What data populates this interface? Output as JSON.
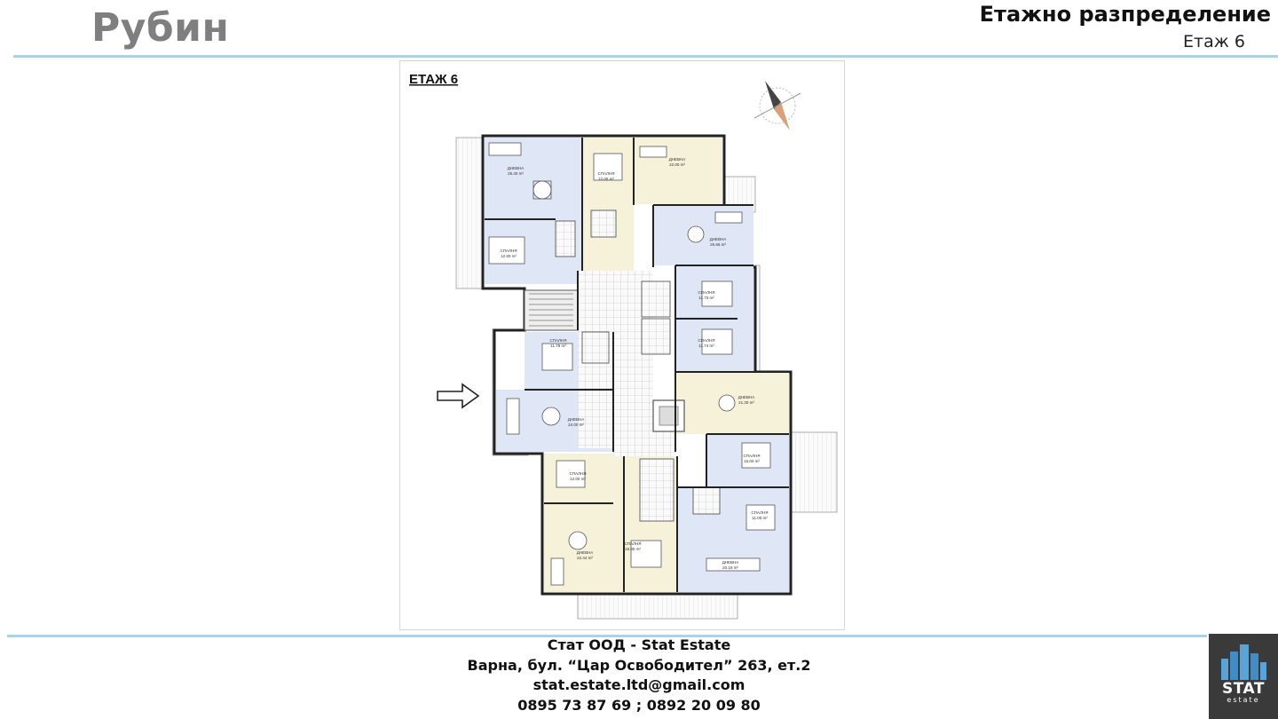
{
  "header": {
    "title": "Рубин",
    "heading": "Етажно разпределение",
    "subheading": "Етаж 6"
  },
  "plan": {
    "label": "ЕТАЖ 6",
    "rooms": [
      {
        "name": "ДНЕВНА",
        "area": "26.40 m²"
      },
      {
        "name": "СПАЛНЯ",
        "area": "12.05 m²"
      },
      {
        "name": "ДНЕВНА",
        "area": "22.00 m²"
      },
      {
        "name": "СПАЛНЯ",
        "area": "12.80 m²"
      },
      {
        "name": "ДНЕВНА",
        "area": "26.65 m²"
      },
      {
        "name": "СПАЛНЯ",
        "area": "11.73 m²"
      },
      {
        "name": "СПАЛНЯ",
        "area": "11.74 m²"
      },
      {
        "name": "СПАЛНЯ",
        "area": "11.78 m²"
      },
      {
        "name": "ДНЕВНА",
        "area": "24.00 m²"
      },
      {
        "name": "ДНЕВНА",
        "area": "21.30 m²"
      },
      {
        "name": "СПАЛНЯ",
        "area": "12.00 m²"
      },
      {
        "name": "СПАЛНЯ",
        "area": "15.00 m²"
      },
      {
        "name": "ДНЕВНА",
        "area": "22.44 m²"
      },
      {
        "name": "СПАЛНЯ",
        "area": "16.80 m²"
      },
      {
        "name": "СПАЛНЯ",
        "area": "11.00 m²"
      },
      {
        "name": "ДНЕВНА",
        "area": "20.19 m²"
      }
    ]
  },
  "footer": {
    "company": "Стат ООД - Stat Estate",
    "address": "Варна, бул. “Цар Освободител” 263, ет.2",
    "email": "stat.estate.ltd@gmail.com",
    "phones": "0895 73 87 69 ; 0892 20 09 80"
  },
  "logo": {
    "word": "STAT",
    "sub": "estate"
  },
  "colors": {
    "accent_rule": "#a9d3ea",
    "apartment_blue": "#dfe6f5",
    "apartment_cream": "#f6f1d9",
    "logo_bg": "#3a3a3a"
  }
}
